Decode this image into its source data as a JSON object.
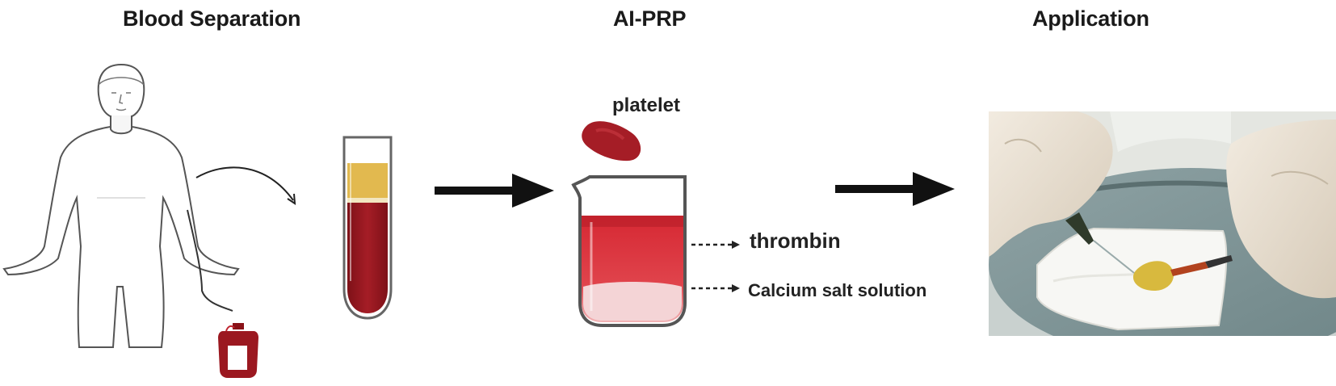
{
  "titles": {
    "step1": "Blood Separation",
    "step2": "AI-PRP",
    "step3": "Application"
  },
  "labels": {
    "platelet": "platelet",
    "thrombin": "thrombin",
    "calcium": "Calcium salt solution"
  },
  "colors": {
    "blood": "#9b1820",
    "plasma": "#e8c254",
    "outline": "#5a5a5a",
    "arrow": "#111111"
  },
  "icons": [
    "human-figure-icon",
    "blood-bag-icon",
    "test-tube-icon",
    "platelet-icon",
    "beaker-icon",
    "arrow-right-icon"
  ]
}
